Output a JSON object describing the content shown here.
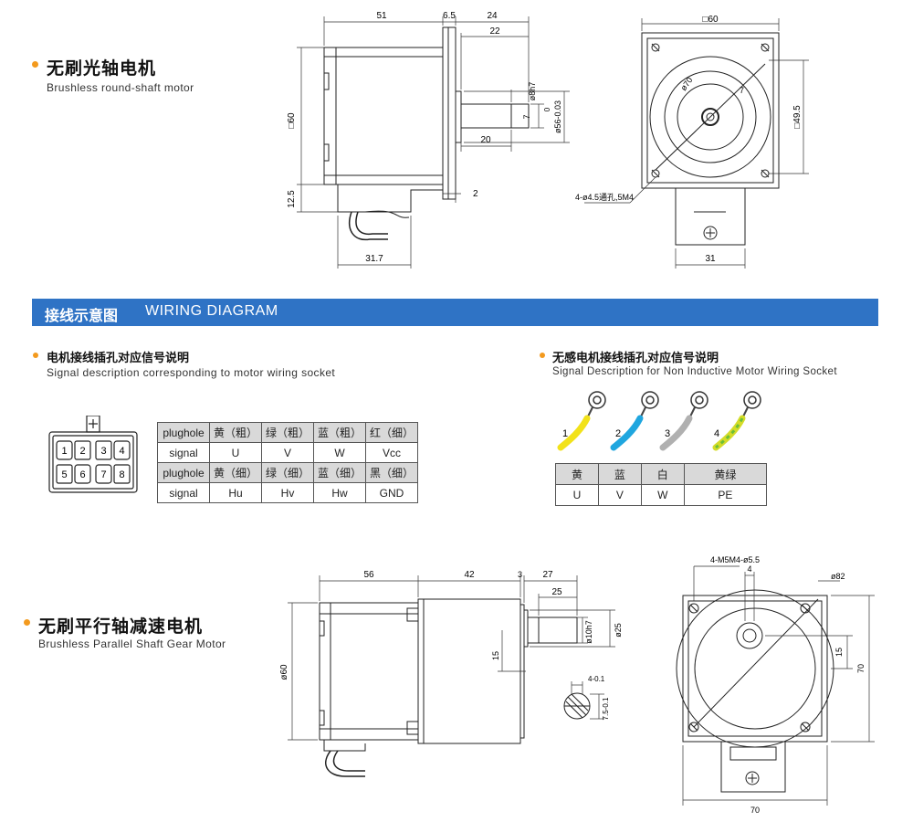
{
  "sections": {
    "round_shaft": {
      "title_zh": "无刷光轴电机",
      "title_en": "Brushless round-shaft motor"
    },
    "wiring": {
      "title_zh": "接线示意图",
      "title_en": "WIRING DIAGRAM"
    },
    "socket": {
      "title_zh": "电机接线插孔对应信号说明",
      "title_en": "Signal description corresponding to motor wiring socket"
    },
    "non_inductive": {
      "title_zh": "无感电机接线插孔对应信号说明",
      "title_en": "Signal Description for Non Inductive Motor Wiring Socket"
    },
    "gear_motor": {
      "title_zh": "无刷平行轴减速电机",
      "title_en": "Brushless Parallel Shaft Gear Motor"
    }
  },
  "socket_pins": [
    "1",
    "2",
    "3",
    "4",
    "5",
    "6",
    "7",
    "8"
  ],
  "socket_table": [
    [
      "plughole",
      "黄（粗）",
      "绿（粗）",
      "蓝（粗）",
      "红（细）"
    ],
    [
      "signal",
      "U",
      "V",
      "W",
      "Vcc"
    ],
    [
      "plughole",
      "黄（细）",
      "绿（细）",
      "蓝（细）",
      "黑（细）"
    ],
    [
      "signal",
      "Hu",
      "Hv",
      "Hw",
      "GND"
    ]
  ],
  "wire_table": [
    [
      "黄",
      "蓝",
      "白",
      "黄绿"
    ],
    [
      "U",
      "V",
      "W",
      "PE"
    ]
  ],
  "wires": [
    {
      "num": "1",
      "color": "#f2e21a"
    },
    {
      "num": "2",
      "color": "#1fa6df"
    },
    {
      "num": "3",
      "color": "#a8a8a8"
    },
    {
      "num": "4",
      "color": "#c8d832"
    }
  ],
  "dims_round": {
    "d51": "51",
    "d65": "6.5",
    "d24": "24",
    "d22": "22",
    "d20": "20",
    "d2": "2",
    "d60": "□60",
    "d125": "12.5",
    "d317": "31.7",
    "d8h7": "ø8h7",
    "d7": "7",
    "d0": "0",
    "d56": "ø56-0.03",
    "front60": "□60",
    "d70": "ø70",
    "d7b": "7",
    "d495": "□49.5",
    "d31": "31",
    "holes": "4-ø4.5通孔,5M4"
  },
  "dims_gear": {
    "d56": "56",
    "d42": "42",
    "d3": "3",
    "d27": "27",
    "d25": "25",
    "d15": "15",
    "d10": "ø10h7",
    "d25b": "ø25",
    "d60": "ø60",
    "d4a": "4-0.1",
    "d75": "7.5-0.1",
    "holes": "4-M5M4-ø5.5",
    "d4": "4",
    "d82": "ø82",
    "d15b": "15",
    "d70v": "70",
    "d70h": "70"
  }
}
